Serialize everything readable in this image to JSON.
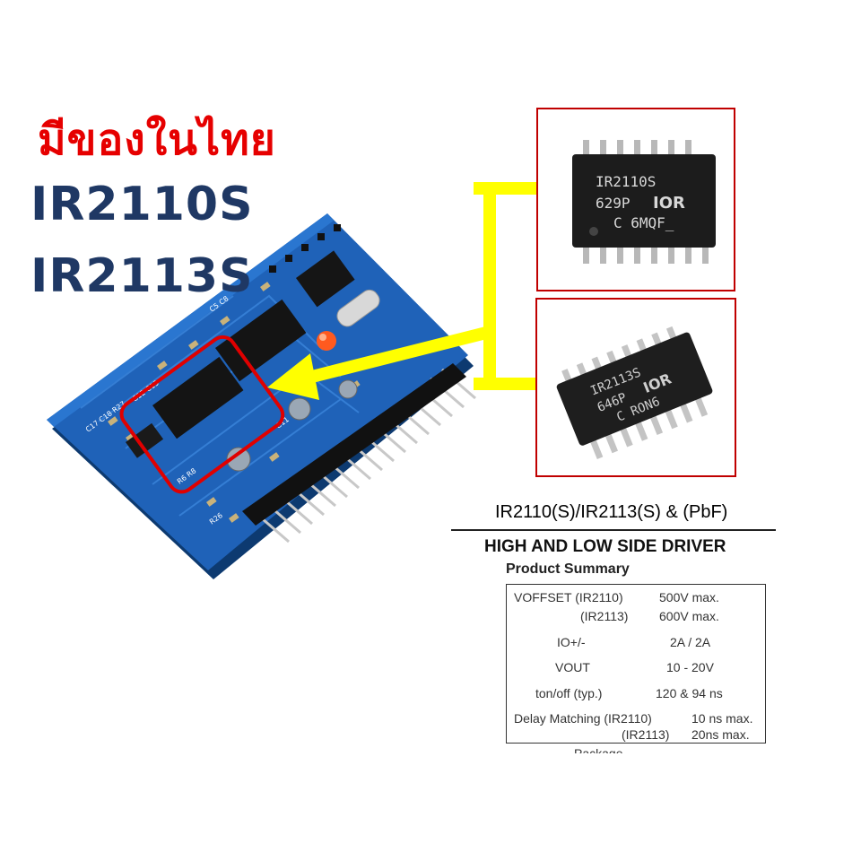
{
  "headline": {
    "thai": "มีของในไทย",
    "part1": "IR2110S",
    "part2": "IR2113S"
  },
  "chip1": {
    "line1": "IR2110S",
    "line2": "629P",
    "line3": "C 6MQF_",
    "logo": "IOR"
  },
  "chip2": {
    "line1": "IR2113S",
    "line2": "646P",
    "line3": "C RON6",
    "logo": "IOR"
  },
  "datasheet": {
    "title_main": "IR2110(S)/IR2113(S) & (PbF)",
    "subtitle": "HIGH AND LOW SIDE DRIVER",
    "summary": "Product Summary",
    "rows": [
      {
        "param": "VOFFSET (IR2110)",
        "value": "500V max."
      },
      {
        "param": "(IR2113)",
        "value": "600V max."
      },
      {
        "param": "IO+/-",
        "value": "2A / 2A"
      },
      {
        "param": "VOUT",
        "value": "10 - 20V"
      },
      {
        "param": "ton/off (typ.)",
        "value": "120 & 94 ns"
      },
      {
        "param": "Delay Matching (IR2110)",
        "value": "10 ns max."
      },
      {
        "param": "(IR2113)",
        "value": "20ns max."
      }
    ],
    "cut_text": "Package"
  },
  "colors": {
    "headline_thai": "#e60000",
    "headline_part": "#1f3864",
    "pcb": "#1e5fb0",
    "arrow": "#ffff00",
    "highlight": "#e00000"
  },
  "icons": [
    "pcb-board",
    "ic-chip",
    "yellow-arrow"
  ]
}
